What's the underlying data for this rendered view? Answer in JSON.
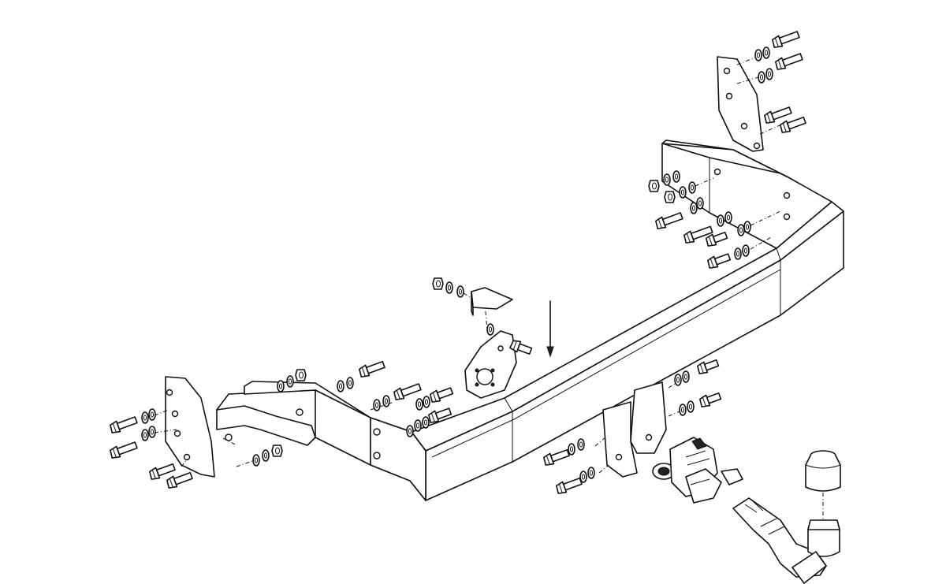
{
  "diagram": {
    "background_color": "#ffffff",
    "line_color": "#111111",
    "components": [
      "main-crossbar",
      "left-side-bracket",
      "left-mounting-plate",
      "right-side-bracket",
      "right-mounting-plate",
      "socket-plate",
      "socket-bracket",
      "center-mounting-lug",
      "tow-ball-coupling",
      "tow-ball-cap",
      "bolt-set"
    ]
  }
}
